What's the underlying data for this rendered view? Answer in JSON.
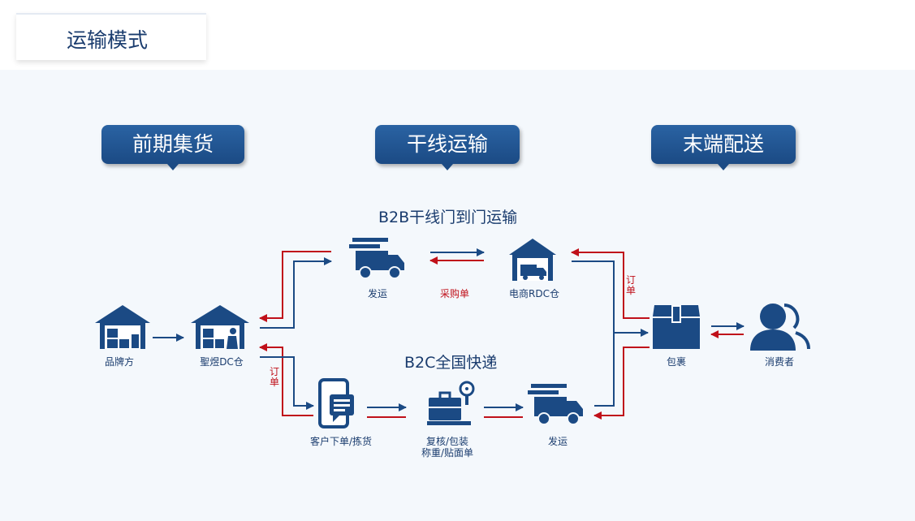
{
  "header": {
    "title": "运输模式"
  },
  "stages": {
    "stage1": "前期集货",
    "stage2": "干线运输",
    "stage3": "末端配送"
  },
  "routes": {
    "b2b": "B2B干线门到门运输",
    "b2c": "B2C全国快递"
  },
  "nodes": {
    "brand": "品牌方",
    "dc": "聖煜DC仓",
    "b2b_ship": "发运",
    "rdc": "电商RDC仓",
    "package": "包裹",
    "consumer": "消费者",
    "order_pick": "客户下单/拣货",
    "pack_line1": "复核/包装",
    "pack_line2": "称重/贴面单",
    "b2c_ship": "发运"
  },
  "edge_labels": {
    "purchase_order": "采购单",
    "order_right": "订单",
    "order_left": "订单"
  },
  "colors": {
    "primary": "#1b4a84",
    "return_flow": "#c0101a"
  }
}
